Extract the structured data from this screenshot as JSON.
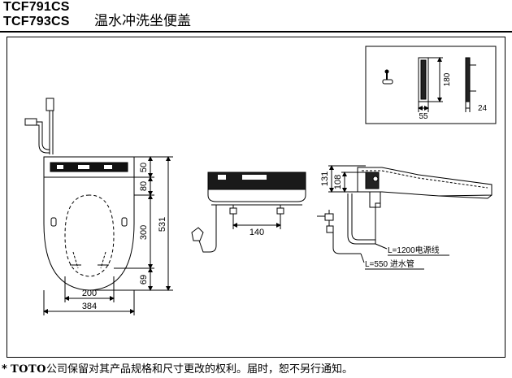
{
  "header": {
    "model_line_1": "TCF791CS",
    "model_line_2": "TCF793CS",
    "product_name": "温水冲洗坐便盖"
  },
  "front_view": {
    "dim_total_height": "531",
    "dim_top": "50",
    "dim_panel": "80",
    "dim_mid": "300",
    "dim_bottom": "69",
    "dim_inner_width": "200",
    "dim_total_width": "384"
  },
  "rear_view": {
    "dim_spacing": "140"
  },
  "side_view": {
    "dim_height_131": "131",
    "dim_height_108": "108",
    "cord_label": "L=1200电源线",
    "hose_label": "L=550 进水管"
  },
  "inset": {
    "dim_length": "180",
    "dim_width": "55",
    "dim_depth": "24"
  },
  "footer": {
    "star": "*",
    "brand": "TOTO",
    "notice": "公司保留对其产品规格和尺寸更改的权利。届时，恕不另行通知。"
  }
}
